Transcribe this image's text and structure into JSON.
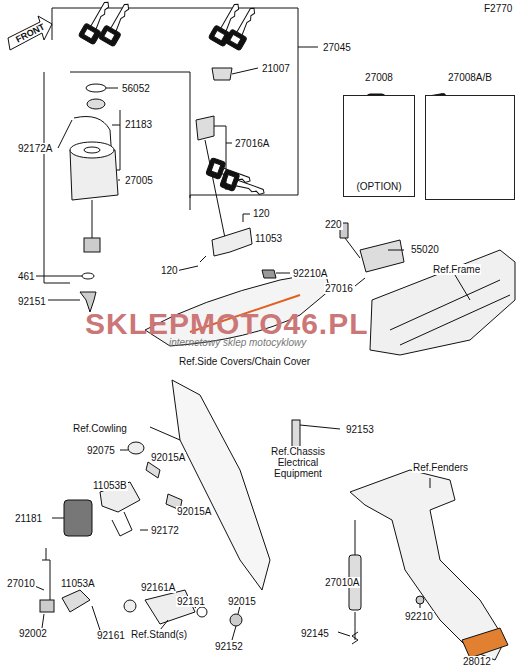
{
  "diagram": {
    "nodes": [
      {
        "text": [
          "27008",
          "(OPTION)"
        ]
      },
      {
        "text": [
          "27008A/B"
        ]
      }
    ],
    "labels": [
      "F2770",
      "FRONT",
      "27045",
      "21007",
      "56052",
      "21183",
      "92172A",
      "27005",
      "27016A",
      "120",
      "11053",
      "120",
      "92210A",
      "461",
      "92151",
      "220",
      "55020",
      "27016",
      "Ref.Frame",
      "Ref.Side Covers/Chain Cover",
      "SKLEPMOTO46.PL",
      "internetowy sklep motocyklowy",
      "Ref.Cowling",
      "92153",
      "92075",
      "92015A",
      "Ref.Chassis Electrical Equipment",
      "11053B",
      "21181",
      "92015A",
      "92172",
      "Ref.Fenders",
      "27010",
      "11053A",
      "92161A",
      "92161",
      "92015",
      "92002",
      "92161",
      "Ref.Stand(s)",
      "92152",
      "27010A",
      "92145",
      "92210",
      "28012"
    ]
  }
}
